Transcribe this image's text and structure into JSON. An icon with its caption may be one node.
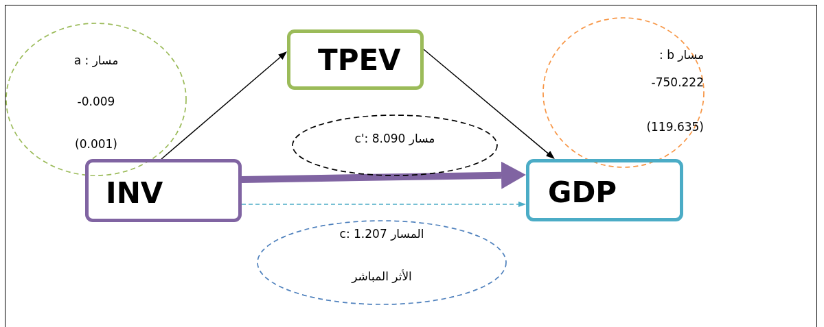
{
  "diagram": {
    "nodes": [
      {
        "text": [
          "مسار : a",
          "-0.009",
          "(0.001)"
        ]
      },
      {
        "text": [
          "TPEV"
        ]
      },
      {
        "text": [
          "مسار b :",
          "-750.222",
          "(119.635)"
        ]
      },
      {
        "text": [
          "مسار c': 8.090"
        ]
      },
      {
        "text": [
          "INV"
        ]
      },
      {
        "text": [
          "GDP"
        ]
      },
      {
        "text": [
          "المسار c: 1.207",
          "الأثر المباشر"
        ]
      }
    ],
    "edges": [
      {
        "from": 4,
        "to": 1,
        "arrow": "to"
      },
      {
        "from": 1,
        "to": 5,
        "arrow": "to"
      },
      {
        "from": 4,
        "to": 5,
        "arrow": "to",
        "style": "thick",
        "color": "#8064a2"
      },
      {
        "from": 4,
        "to": 5,
        "arrow": "to",
        "style": "dashed",
        "color": "#4bacc6"
      }
    ]
  }
}
